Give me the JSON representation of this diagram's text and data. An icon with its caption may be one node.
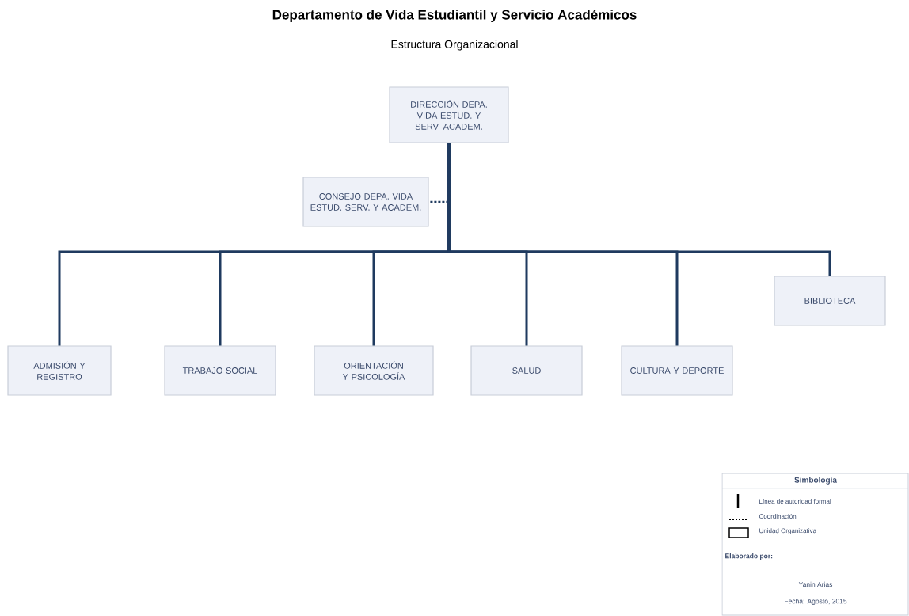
{
  "diagram": {
    "title": "Departamento de Vida Estudiantil y Servicio Académicos",
    "nodes": [
      {
        "text": [
          "DIRECCIÓN DEPA. VIDA ESTUD. Y SERV. ACADEM."
        ]
      },
      {
        "text": [
          "CONSEJO DEPA. VIDA ESTUD. SERV. Y ACADEM."
        ]
      },
      {
        "text": [
          "ADMISIÓN Y REGISTRO"
        ]
      },
      {
        "text": [
          "TRABAJO SOCIAL"
        ]
      },
      {
        "text": [
          "ORIENTACIÓN Y PSICOLOGÍA"
        ]
      },
      {
        "text": [
          "SALUD"
        ]
      },
      {
        "text": [
          "CULTURA Y DEPORTE"
        ]
      },
      {
        "text": [
          "BIBLIOTECA"
        ]
      }
    ],
    "edges": [
      {
        "from": 0,
        "to": 1,
        "arrow": "none",
        "style": "dashed"
      },
      {
        "from": 0,
        "to": 2,
        "arrow": "none"
      },
      {
        "from": 0,
        "to": 3,
        "arrow": "none"
      },
      {
        "from": 0,
        "to": 4,
        "arrow": "none"
      },
      {
        "from": 0,
        "to": 5,
        "arrow": "none"
      },
      {
        "from": 0,
        "to": 6,
        "arrow": "none"
      },
      {
        "from": 0,
        "to": 7,
        "arrow": "none"
      }
    ],
    "labels": [
      "Estructura Organizacional",
      "Simbología",
      "Elaborado por:",
      "Yanin Arias",
      "Fecha: Agosto, 2015"
    ],
    "legend": [
      {
        "text": "Línea de autoridad formal"
      },
      {
        "text": "Coordinación"
      },
      {
        "text": "Unidad Organizativa"
      }
    ]
  }
}
